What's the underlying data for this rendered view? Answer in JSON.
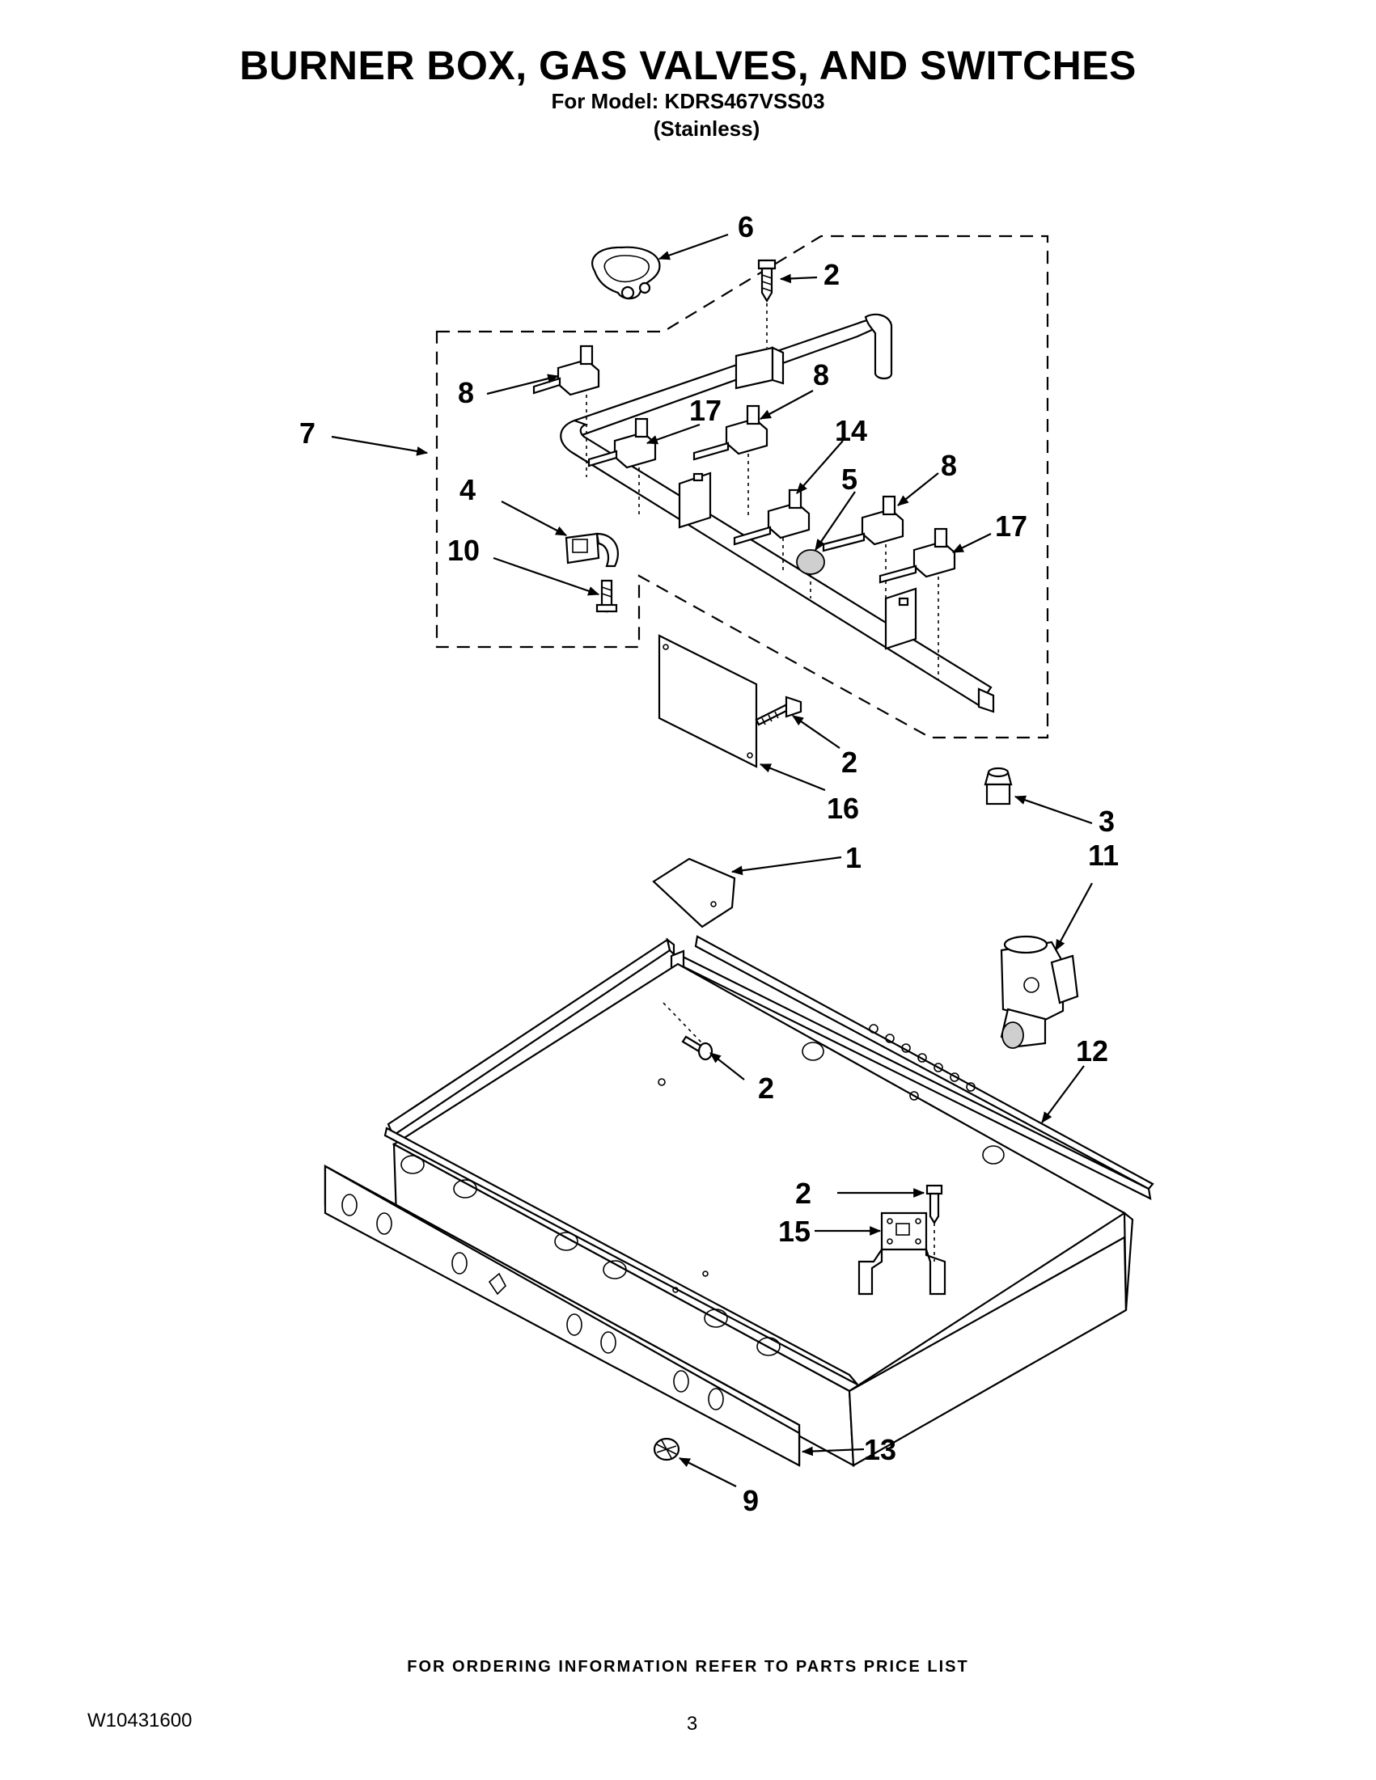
{
  "page": {
    "title": "BURNER BOX, GAS VALVES, AND SWITCHES",
    "model_line": "For Model: KDRS467VSS03",
    "finish_line": "(Stainless)",
    "footer_note": "FOR ORDERING INFORMATION REFER TO PARTS PRICE LIST",
    "document_number": "W10431600",
    "page_number": "3"
  },
  "callouts": [
    {
      "id": "c6",
      "label": "6"
    },
    {
      "id": "c2a",
      "label": "2"
    },
    {
      "id": "c8a",
      "label": "8"
    },
    {
      "id": "c8b",
      "label": "8"
    },
    {
      "id": "c7",
      "label": "7"
    },
    {
      "id": "c17a",
      "label": "17"
    },
    {
      "id": "c14",
      "label": "14"
    },
    {
      "id": "c5",
      "label": "5"
    },
    {
      "id": "c8c",
      "label": "8"
    },
    {
      "id": "c17b",
      "label": "17"
    },
    {
      "id": "c4",
      "label": "4"
    },
    {
      "id": "c10",
      "label": "10"
    },
    {
      "id": "c2b",
      "label": "2"
    },
    {
      "id": "c16",
      "label": "16"
    },
    {
      "id": "c3",
      "label": "3"
    },
    {
      "id": "c11",
      "label": "11"
    },
    {
      "id": "c1",
      "label": "1"
    },
    {
      "id": "c12",
      "label": "12"
    },
    {
      "id": "c2c",
      "label": "2"
    },
    {
      "id": "c2d",
      "label": "2"
    },
    {
      "id": "c15",
      "label": "15"
    },
    {
      "id": "c13",
      "label": "13"
    },
    {
      "id": "c9",
      "label": "9"
    }
  ]
}
